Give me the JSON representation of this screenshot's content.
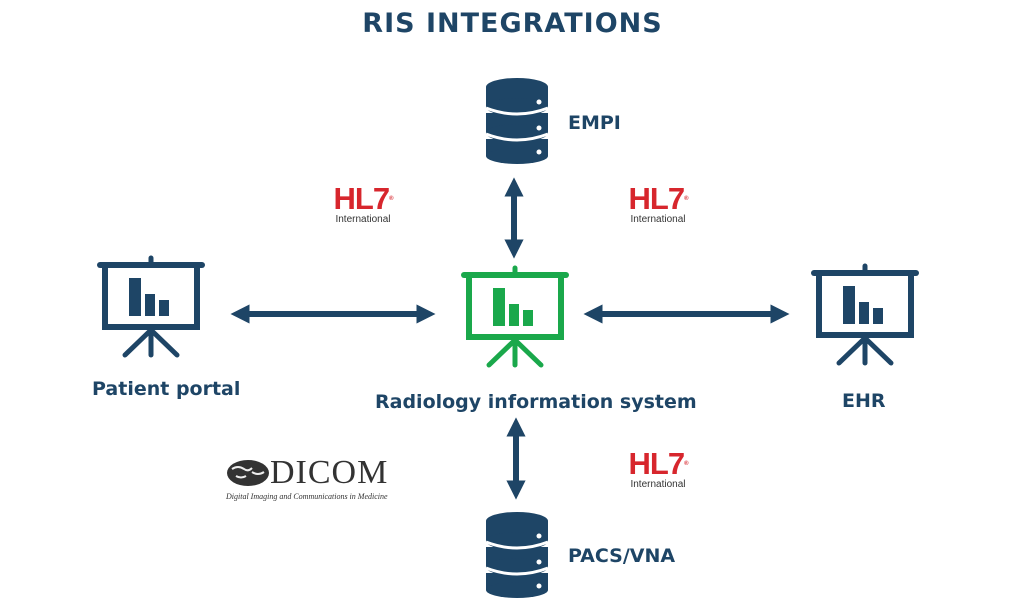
{
  "title": "RIS INTEGRATIONS",
  "nodes": {
    "empi": {
      "label": "EMPI",
      "icon": "database-icon"
    },
    "pacs": {
      "label": "PACS/VNA",
      "icon": "database-icon"
    },
    "ris": {
      "label": "Radiology information system",
      "icon": "presentation-board-icon"
    },
    "patient_portal": {
      "label": "Patient portal",
      "icon": "presentation-board-icon"
    },
    "ehr": {
      "label": "EHR",
      "icon": "presentation-board-icon"
    }
  },
  "standards": {
    "hl7_logo": {
      "main": "HL7",
      "sub": "International"
    },
    "dicom_logo": {
      "main": "DICOM",
      "sub": "Digital Imaging and Communications in Medicine"
    }
  },
  "colors": {
    "primary": "#1e4566",
    "accent": "#1aa84b",
    "hl7_red": "#d7262d"
  }
}
